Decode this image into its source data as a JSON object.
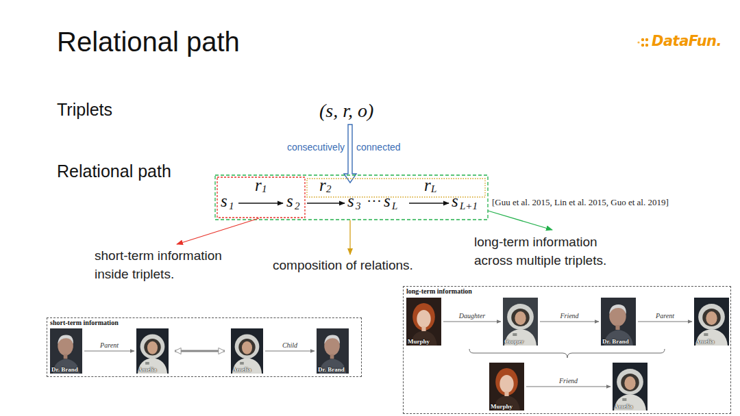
{
  "diagram": {
    "title": "Relational path",
    "nodes": [
      {
        "text": [
          "short-term information"
        ]
      },
      {
        "text": [
          "Dr. Brand"
        ],
        "in": 0
      },
      {
        "text": [
          "Amelia"
        ],
        "in": 0
      },
      {
        "text": [
          "Amelia"
        ],
        "in": 0
      },
      {
        "text": [
          "Dr. Brand"
        ],
        "in": 0
      },
      {
        "text": [
          "long-term information"
        ]
      },
      {
        "text": [
          "Murphy"
        ],
        "in": 5
      },
      {
        "text": [
          "Cooper"
        ],
        "in": 5
      },
      {
        "text": [
          "Dr. Brand"
        ],
        "in": 5
      },
      {
        "text": [
          "Amelia"
        ],
        "in": 5
      },
      {
        "text": [
          "Murphy"
        ],
        "in": 5
      },
      {
        "text": [
          "Amelia"
        ],
        "in": 5
      }
    ],
    "edges": [
      {
        "from": 1,
        "to": 2,
        "label": "Parent",
        "arrow": "to"
      },
      {
        "from": 2,
        "to": 3,
        "arrow": "both"
      },
      {
        "from": 3,
        "to": 4,
        "label": "Child",
        "arrow": "to"
      },
      {
        "from": 6,
        "to": 7,
        "label": "Daughter",
        "arrow": "to"
      },
      {
        "from": 7,
        "to": 8,
        "label": "Friend",
        "arrow": "to"
      },
      {
        "from": 8,
        "to": 9,
        "label": "Parent",
        "arrow": "to"
      },
      {
        "from": 10,
        "to": 11,
        "label": "Friend",
        "arrow": "to"
      }
    ],
    "labels": [
      "DataFun.",
      "Triplets",
      "(s, r, o)",
      "consecutively",
      "connected",
      "Relational path",
      "s",
      "1",
      "r",
      "1",
      "s",
      "2",
      "r",
      "2",
      "s",
      "3",
      "···",
      "s",
      "L",
      "r",
      "L",
      "s",
      "L+1",
      "[Guu et al. 2015, Lin et al. 2015, Guo et al. 2019]",
      "short-term information inside triplets.",
      "composition of relations.",
      "long-term information across multiple triplets."
    ]
  }
}
